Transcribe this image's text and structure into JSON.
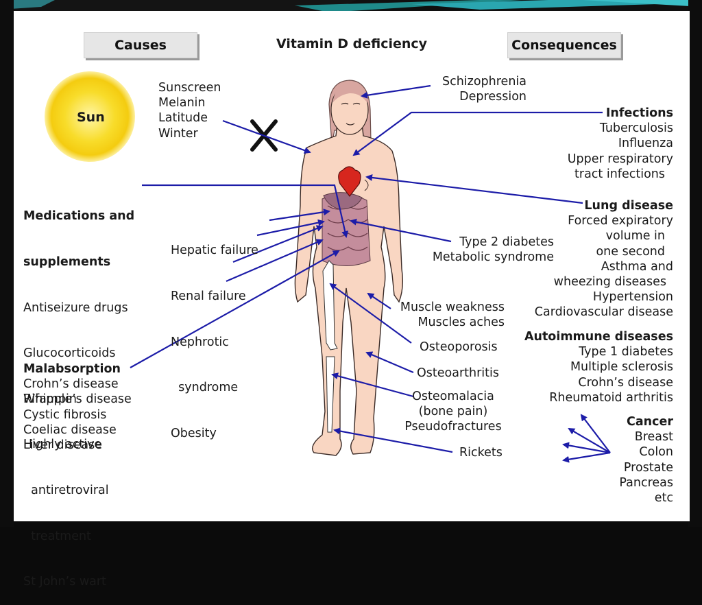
{
  "header": {
    "causes": "Causes",
    "title": "Vitamin D deficiency",
    "consequences": "Consequences"
  },
  "causes": {
    "sun": "Sun",
    "sunscreen_list": [
      "Sunscreen",
      "Melanin",
      "Latitude",
      "Winter"
    ],
    "medications_title_1": "Medications and",
    "medications_title_2": "supplements",
    "medications": [
      "Antiseizure drugs",
      "Glucocorticoids",
      "Rifampin",
      "Highly active",
      "  antiretroviral",
      "  treatment",
      "St John’s wart"
    ],
    "organ_failures": [
      "Hepatic failure",
      "Renal failure",
      "Nephrotic",
      "  syndrome",
      "Obesity"
    ],
    "malabsorption_title": "Malabsorption",
    "malabsorption": [
      "Crohn’s disease",
      "Whipple’s disease",
      "Cystic fibrosis",
      "Coeliac disease",
      "Liver disease"
    ]
  },
  "body_consequences": {
    "mental": [
      "Schizophrenia",
      "Depression"
    ],
    "diabetes": [
      "Type 2 diabetes",
      "Metabolic syndrome"
    ],
    "muscle": [
      "Muscle weakness",
      "Muscles aches"
    ],
    "osteoporosis": "Osteoporosis",
    "osteoarthritis": "Osteoarthritis",
    "osteomalacia": [
      "Osteomalacia",
      "(bone pain)",
      "Pseudofractures"
    ],
    "rickets": "Rickets"
  },
  "consequences": {
    "infections_title": "Infections",
    "infections": [
      "Tuberculosis",
      "Influenza",
      "Upper respiratory",
      "tract infections"
    ],
    "lung_title": "Lung disease",
    "lung": [
      "Forced expiratory",
      "volume in",
      "one second",
      "Asthma and",
      "wheezing diseases",
      "Hypertension",
      "Cardiovascular disease"
    ],
    "autoimmune_title": "Autoimmune diseases",
    "autoimmune": [
      "Type 1 diabetes",
      "Multiple sclerosis",
      "Crohn’s disease",
      "Rheumatoid arthritis"
    ],
    "cancer_title": "Cancer",
    "cancer": [
      "Breast",
      "Colon",
      "Prostate",
      "Pancreas",
      "etc"
    ]
  },
  "colors": {
    "arrow": "#1c1ca8",
    "sun": "#f7d21a",
    "skin": "#f9d6c2",
    "hair": "#d8a6a0",
    "heart": "#d7261e",
    "organs": "#b07a8c"
  }
}
